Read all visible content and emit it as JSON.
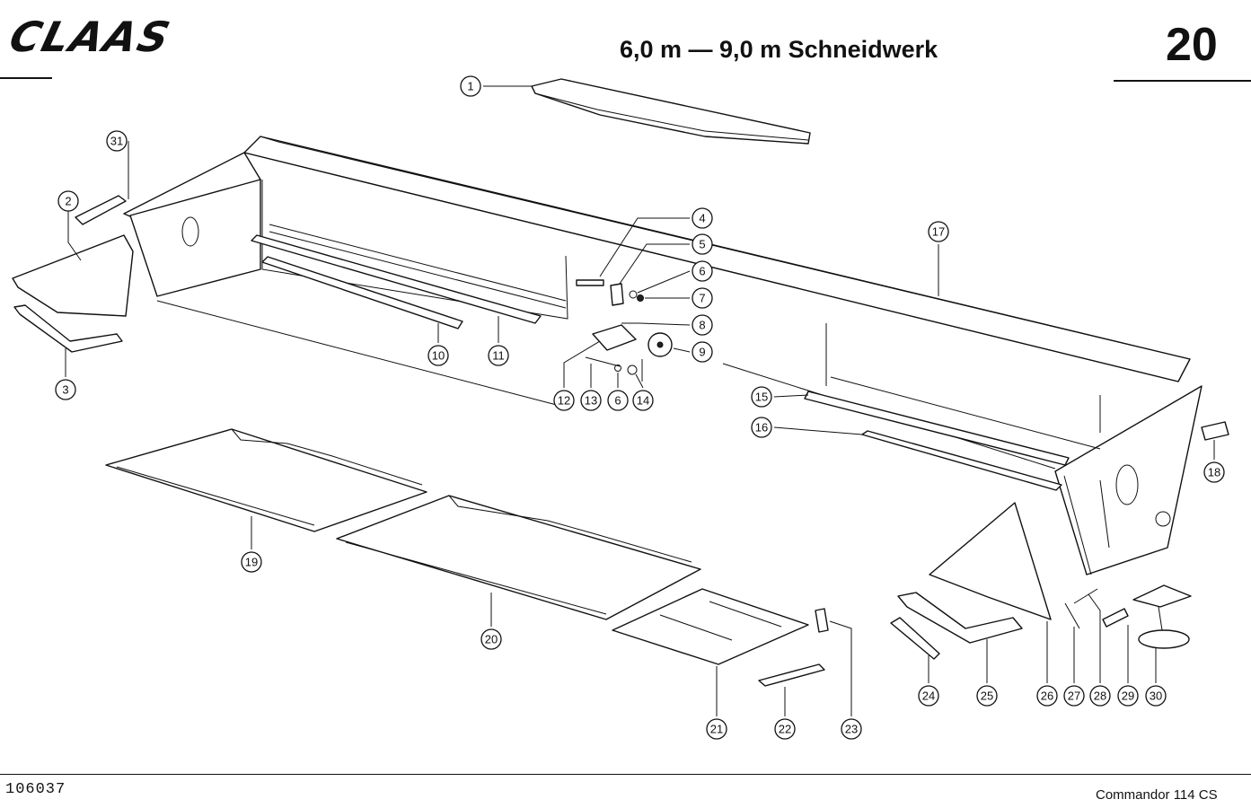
{
  "header": {
    "brand": "CLAAS",
    "title": "6,0 m — 9,0 m Schneidwerk",
    "page_number": "20"
  },
  "footer": {
    "document_number": "106037",
    "model": "Commandor 114 CS"
  },
  "callouts": [
    "1",
    "2",
    "3",
    "4",
    "5",
    "6",
    "7",
    "8",
    "9",
    "10",
    "11",
    "12",
    "13",
    "6",
    "14",
    "15",
    "16",
    "17",
    "18",
    "19",
    "20",
    "21",
    "22",
    "23",
    "24",
    "25",
    "26",
    "27",
    "28",
    "29",
    "30",
    "31"
  ]
}
